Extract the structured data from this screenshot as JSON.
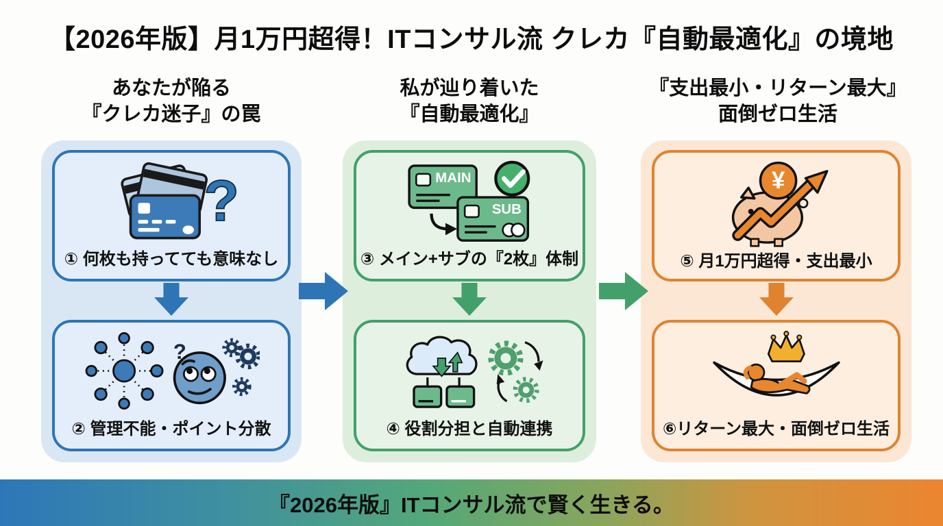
{
  "page_title": "【2026年版】月1万円超得！ITコンサル流 クレカ『自動最適化』の境地",
  "columns": [
    {
      "id": "problem",
      "heading_line1": "あなたが陥る",
      "heading_line2": "『クレカ迷子』の罠",
      "accent_color": "#2e75b6",
      "panel_color": "#d9e7f5",
      "box_color": "#e4eefa",
      "boxes": [
        {
          "label": "① 何枚も持ってても意味なし",
          "icon": "credit-cards-question-icon"
        },
        {
          "label": "② 管理不能・ポイント分散",
          "icon": "scattered-points-worried-face-icon"
        }
      ]
    },
    {
      "id": "solution",
      "heading_line1": "私が辿り着いた",
      "heading_line2": "『自動最適化』",
      "accent_color": "#43a06b",
      "panel_color": "#ddeedd",
      "box_color": "#e8f3e8",
      "boxes": [
        {
          "label": "③ メイン+サブの『2枚』体制",
          "icon": "main-sub-cards-check-icon"
        },
        {
          "label": "④ 役割分担と自動連携",
          "icon": "cloud-sync-gears-icon"
        }
      ]
    },
    {
      "id": "result",
      "heading_line1": "『支出最小・リターン最大』",
      "heading_line2": "面倒ゼロ生活",
      "accent_color": "#e0832f",
      "panel_color": "#fbe7d3",
      "box_color": "#fdeee0",
      "boxes": [
        {
          "label": "⑤ 月1万円超得・支出最小",
          "icon": "piggy-bank-growth-icon"
        },
        {
          "label": "⑥リターン最大・面倒ゼロ生活",
          "icon": "hammock-relax-crown-icon"
        }
      ]
    }
  ],
  "icon_text": {
    "question_mark": "?",
    "small_question_mark": "?",
    "main_card": "MAIN",
    "sub_card": "SUB",
    "yen_symbol": "¥"
  },
  "footer": {
    "text": "『2026年版』ITコンサル流で賢く生きる。",
    "gradient_colors": [
      "#2d77b8",
      "#55a878",
      "#ec8b33"
    ]
  }
}
